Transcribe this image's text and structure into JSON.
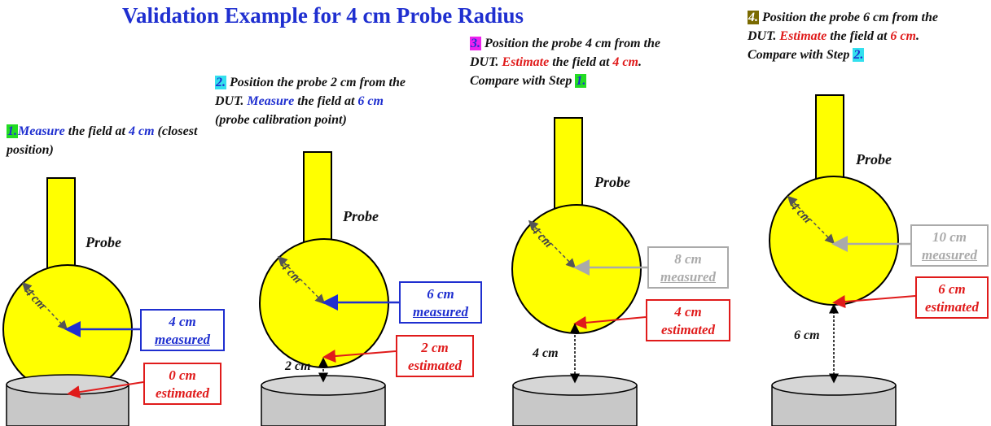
{
  "title": "Validation Example for 4 cm Probe Radius",
  "probe_label": "Probe",
  "radius_label": "4 cm",
  "colors": {
    "blue": "#1f2fd0",
    "red": "#e01b1b",
    "gray": "#aaaaaa",
    "probe": "#ffff00",
    "dut": "#c8c8c8",
    "badge1": "#22dd22",
    "badge2": "#33e0ee",
    "badge3": "#ee22ee",
    "badge4": "#7a6a00"
  },
  "steps": [
    {
      "number": "1.",
      "parts": [
        {
          "t": "Measure",
          "c": "blue"
        },
        {
          "t": " the field at ",
          "c": ""
        },
        {
          "t": "4 cm",
          "c": "blue"
        },
        {
          "t": " (closest position)",
          "c": ""
        }
      ]
    },
    {
      "number": "2.",
      "parts": [
        {
          "t": " Position the probe 2 cm from the DUT. ",
          "c": ""
        },
        {
          "t": "Measure",
          "c": "blue"
        },
        {
          "t": " the field at ",
          "c": ""
        },
        {
          "t": "6 cm",
          "c": "blue"
        },
        {
          "t": " (probe calibration point)",
          "c": ""
        }
      ]
    },
    {
      "number": "3.",
      "parts": [
        {
          "t": " Position the probe 4 cm from the DUT. ",
          "c": ""
        },
        {
          "t": "Estimate",
          "c": "red"
        },
        {
          "t": " the field at ",
          "c": ""
        },
        {
          "t": "4 cm",
          "c": "red"
        },
        {
          "t": ".",
          "c": ""
        }
      ],
      "compare": "Compare with Step ",
      "compare_ref": "1."
    },
    {
      "number": "4.",
      "parts": [
        {
          "t": " Position the probe 6 cm from the DUT. ",
          "c": ""
        },
        {
          "t": "Estimate",
          "c": "red"
        },
        {
          "t": " the field at ",
          "c": ""
        },
        {
          "t": "6 cm",
          "c": "red"
        },
        {
          "t": ".",
          "c": ""
        }
      ],
      "compare": "Compare with Step ",
      "compare_ref": "2."
    }
  ],
  "callouts": [
    {
      "top": "4 cm",
      "bottom": "measured"
    },
    {
      "top": "0 cm",
      "bottom": "estimated"
    },
    {
      "top": "6 cm",
      "bottom": "measured"
    },
    {
      "top": "2 cm",
      "bottom": "estimated"
    },
    {
      "top": "8 cm",
      "bottom": "measured"
    },
    {
      "top": "4 cm",
      "bottom": "estimated"
    },
    {
      "top": "10 cm",
      "bottom": "measured"
    },
    {
      "top": "6 cm",
      "bottom": "estimated"
    }
  ],
  "gaps": [
    "2 cm",
    "4 cm",
    "6 cm"
  ]
}
